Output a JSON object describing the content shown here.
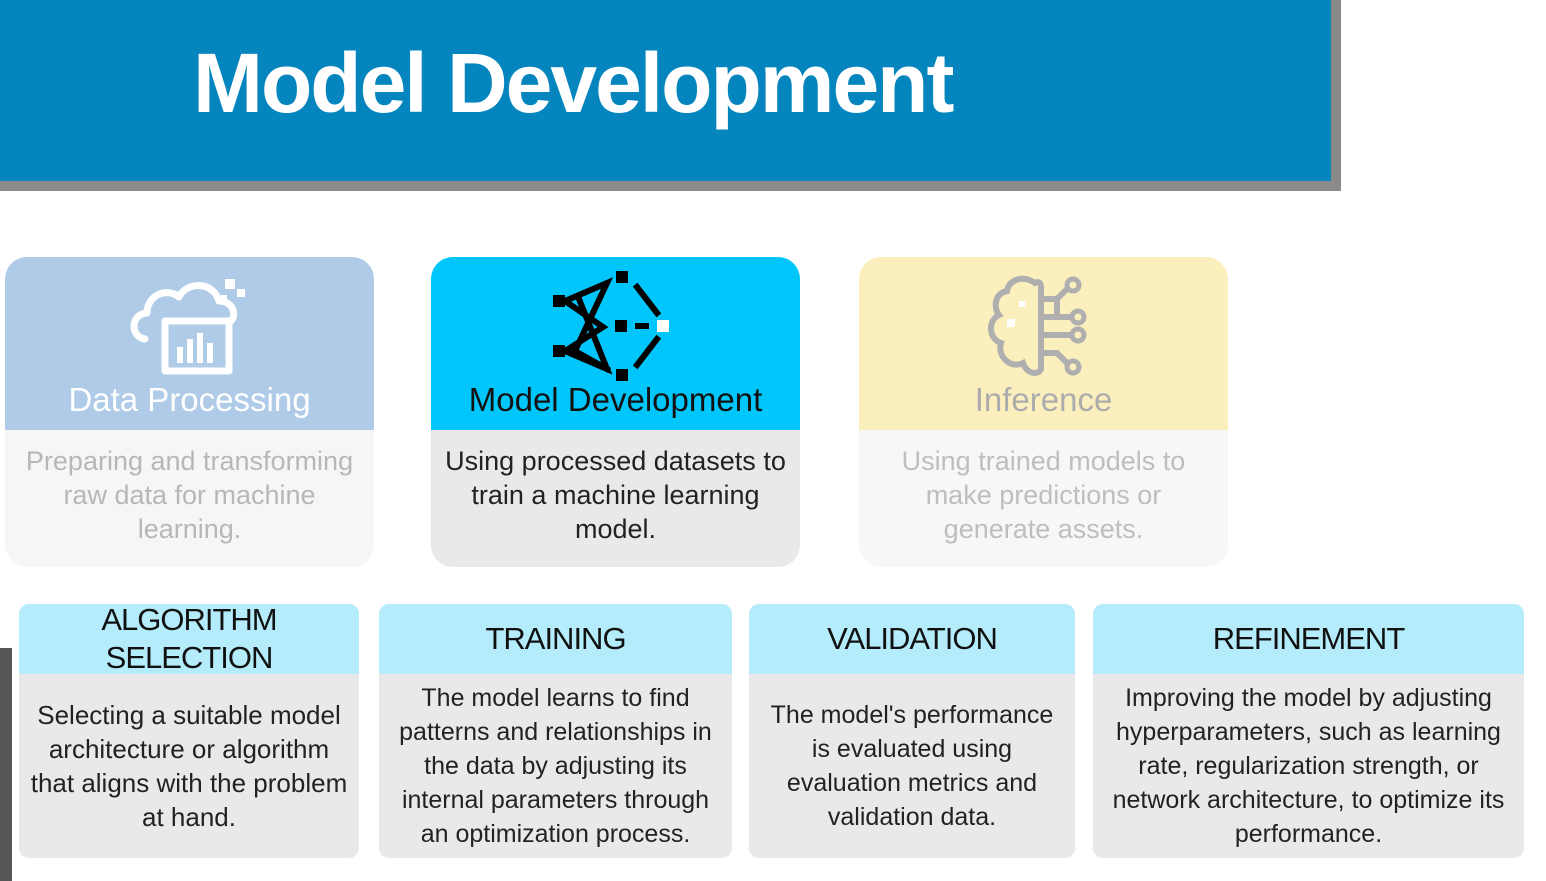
{
  "header": {
    "title": "Model Development"
  },
  "stages": [
    {
      "title": "Data Processing",
      "description": "Preparing and transforming raw data for machine learning.",
      "icon": "cloud-analytics-icon",
      "active": false
    },
    {
      "title": "Model Development",
      "description": "Using processed datasets to train a machine learning model.",
      "icon": "neural-network-icon",
      "active": true
    },
    {
      "title": "Inference",
      "description": "Using trained models to make predictions or generate assets.",
      "icon": "brain-circuit-icon",
      "active": false
    }
  ],
  "steps": [
    {
      "title": "ALGORITHM SELECTION",
      "description": "Selecting a suitable model architecture or algorithm that aligns with the problem at hand."
    },
    {
      "title": "TRAINING",
      "description": "The model learns to find patterns and relationships in the data by adjusting its internal parameters through an optimization process."
    },
    {
      "title": "VALIDATION",
      "description": "The model's performance is evaluated using evaluation metrics and validation data."
    },
    {
      "title": "REFINEMENT",
      "description": "Improving the model by adjusting hyperparameters, such as learning rate, regularization strength, or network architecture, to optimize its performance."
    }
  ],
  "colors": {
    "banner": "#0585bd",
    "data_processing": "#6fa2d4",
    "model_development": "#00c6fb",
    "inference": "#fbe28a",
    "step_header": "#b4ecfb"
  }
}
